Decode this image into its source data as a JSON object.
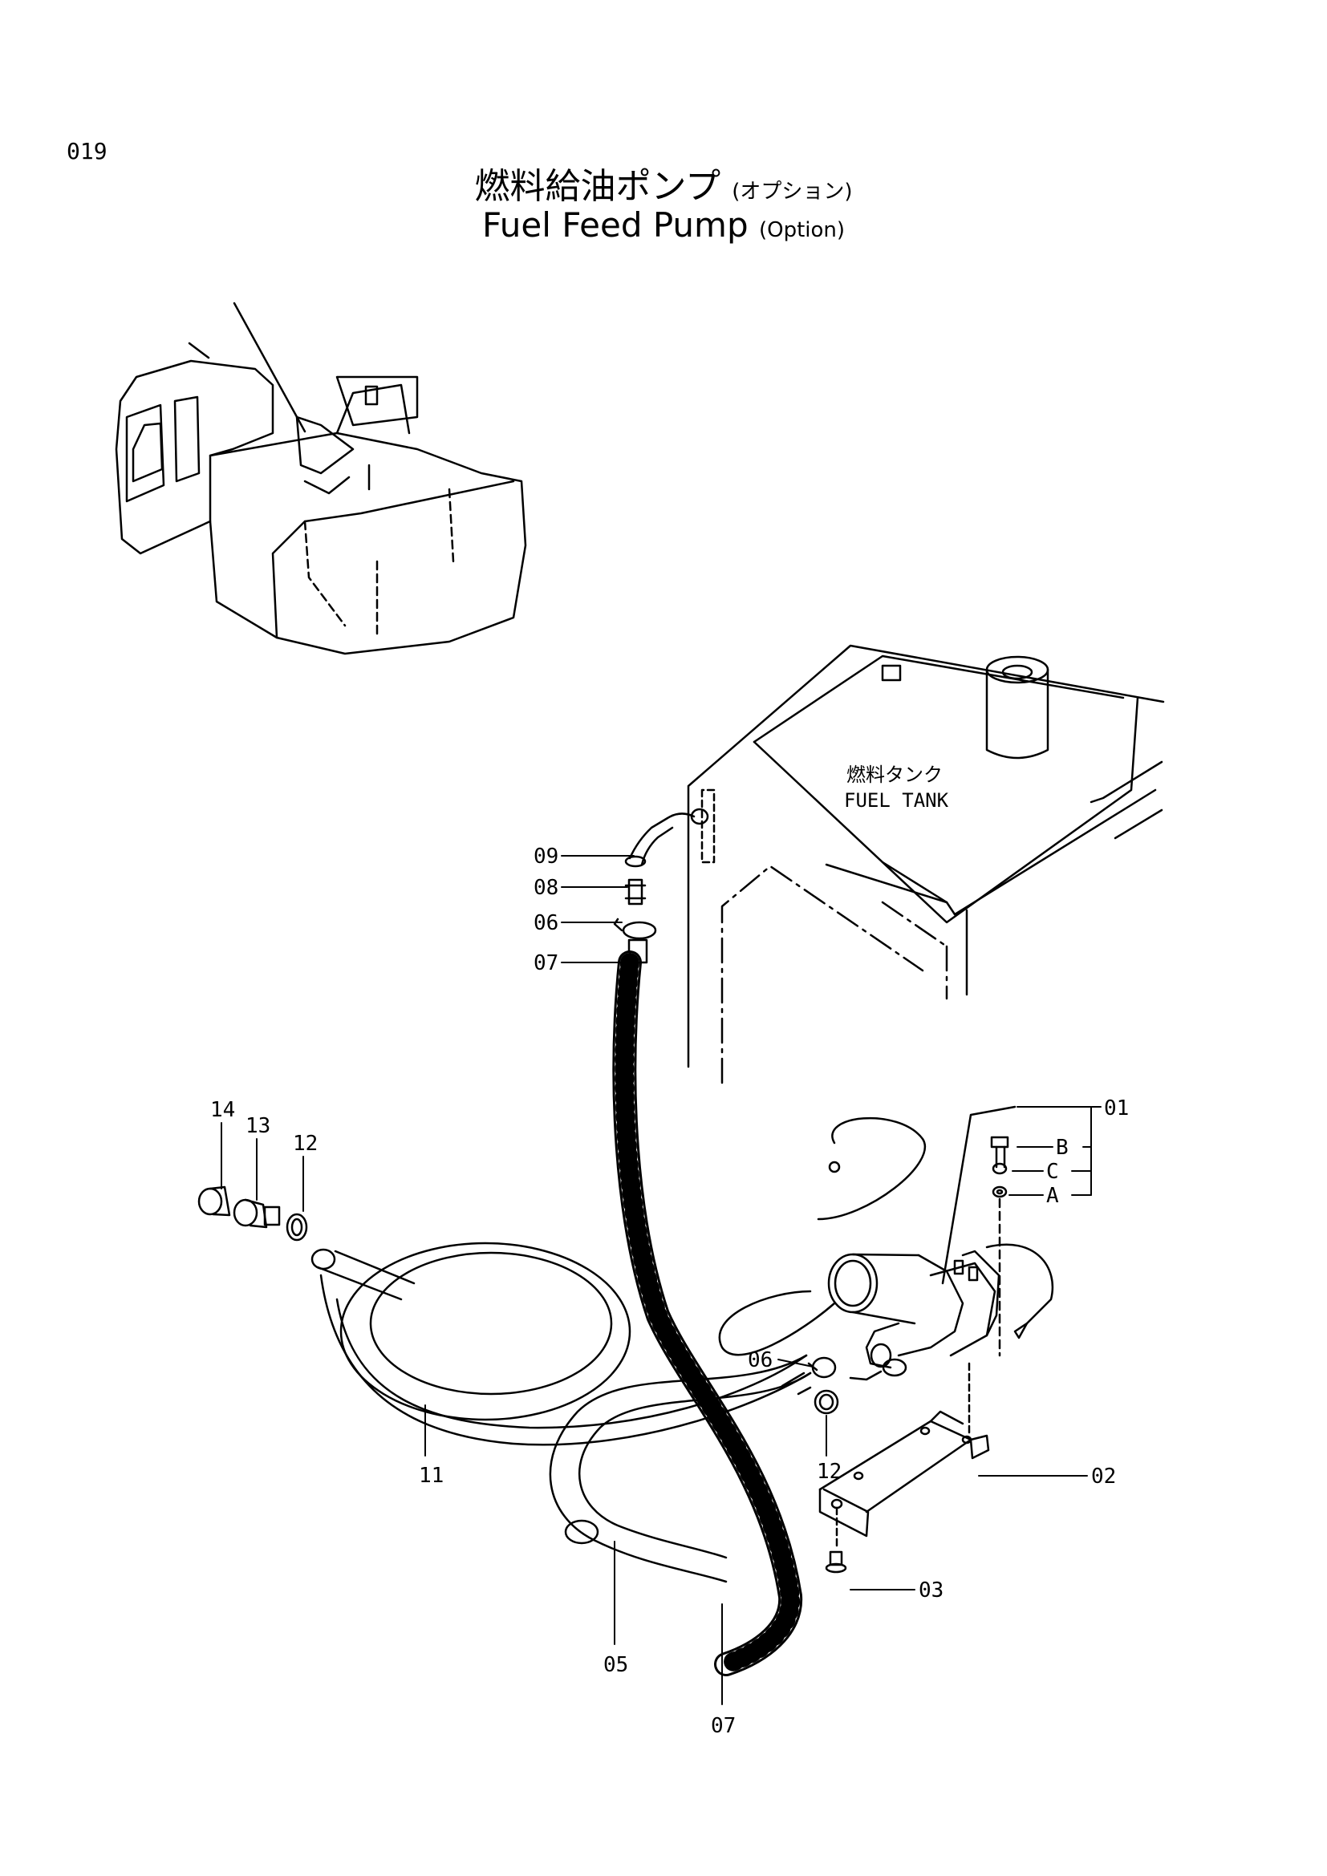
{
  "page_number": "019",
  "title": {
    "jp": "燃料給油ポンプ",
    "jp_option": "(オプション)",
    "en": "Fuel Feed Pump",
    "en_option": "(Option)"
  },
  "tank_label": {
    "jp": "燃料タンク",
    "en": "FUEL TANK"
  },
  "callouts": {
    "c09": "09",
    "c08": "08",
    "c06a": "06",
    "c07a": "07",
    "c14": "14",
    "c13": "13",
    "c12a": "12",
    "c01": "01",
    "cB": "B",
    "cC": "C",
    "cA": "A",
    "c06b": "06",
    "c12b": "12",
    "c02": "02",
    "c11": "11",
    "c03": "03",
    "c05": "05",
    "c07b": "07"
  }
}
